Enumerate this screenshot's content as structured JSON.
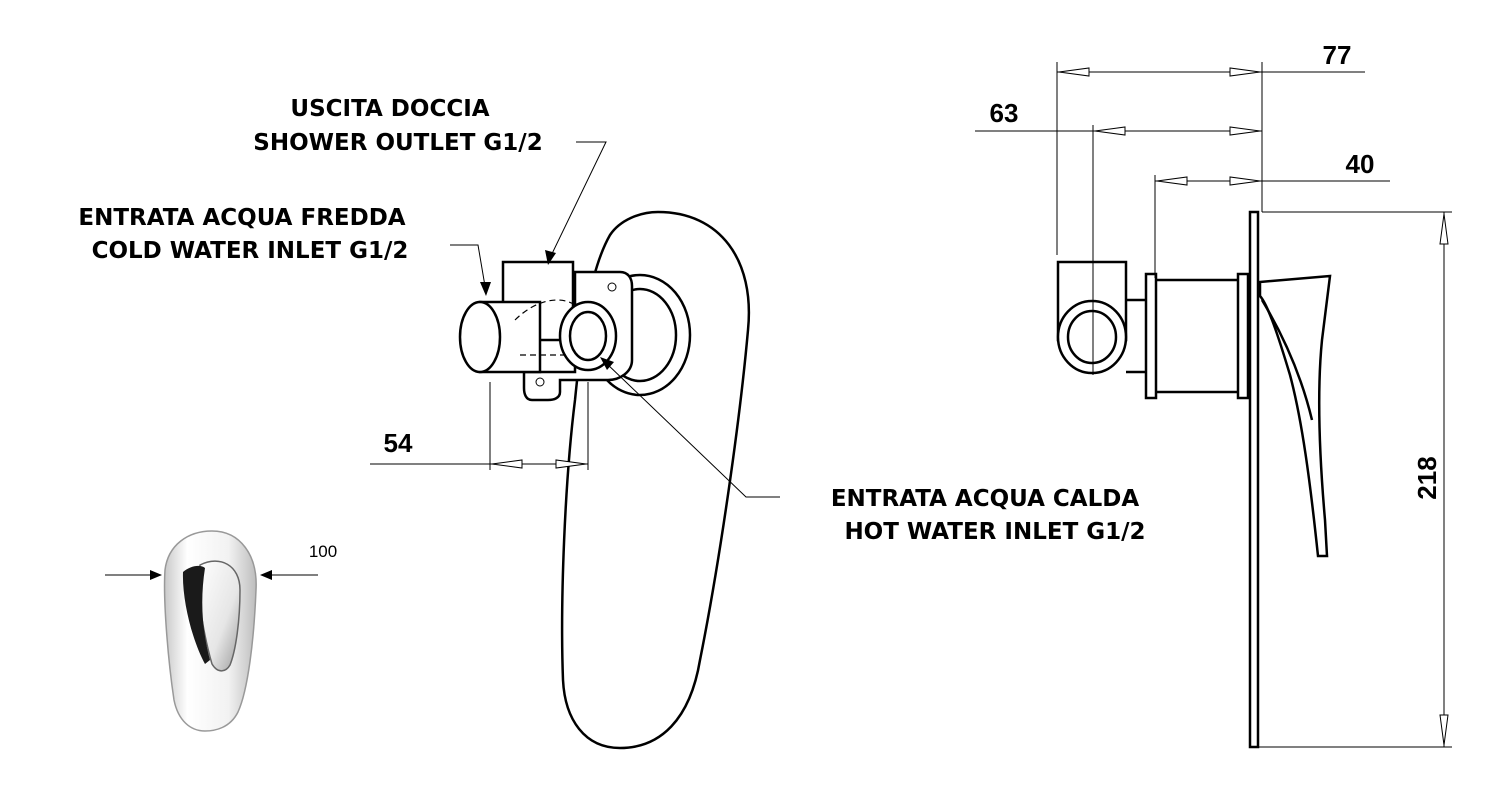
{
  "labels": {
    "shower_outlet_it": "USCITA DOCCIA",
    "shower_outlet_en": "SHOWER OUTLET G1/2",
    "cold_inlet_it": "ENTRATA ACQUA FREDDA",
    "cold_inlet_en": "COLD WATER INLET G1/2",
    "hot_inlet_it": "ENTRATA ACQUA CALDA",
    "hot_inlet_en": "HOT WATER INLET G1/2"
  },
  "dimensions": {
    "d54": "54",
    "d63": "63",
    "d77": "77",
    "d40": "40",
    "d218": "218",
    "d100": "100"
  }
}
